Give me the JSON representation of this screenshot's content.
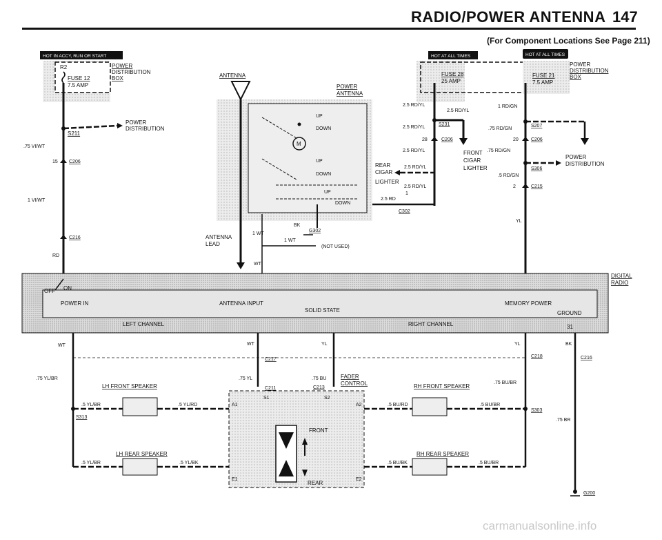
{
  "header": {
    "title": "RADIO/POWER ANTENNA",
    "page": "147",
    "subtitle": "(For Component Locations See Page 211)"
  },
  "badges": {
    "left": "HOT IN ACCY, RUN OR START",
    "mid": "HOT AT ALL TIMES",
    "right": "HOT AT ALL TIMES"
  },
  "fuses": {
    "f12_tag": "R2",
    "f12_name": "FUSE 12",
    "f12_amp": "7.5 AMP",
    "f28_name": "FUSE 28",
    "f28_amp": "25 AMP",
    "f21_name": "FUSE 21",
    "f21_amp": "7.5 AMP",
    "pdb_left_1": "POWER",
    "pdb_left_2": "DISTRIBUTION",
    "pdb_left_3": "BOX",
    "pdb_right_1": "POWER",
    "pdb_right_2": "DISTRIBUTION",
    "pdb_right_3": "BOX"
  },
  "left_wiring": {
    "s211": "S211",
    "pd_1": "POWER",
    "pd_2": "DISTRIBUTION",
    "w075vi": ".75 VI/WT",
    "c206_pin": "15",
    "c206": "C206",
    "w1vi": "1 VI/WT",
    "c216": "C216",
    "rd": "RD"
  },
  "antenna": {
    "label": "ANTENNA",
    "pa_1": "POWER",
    "pa_2": "ANTENNA",
    "up1": "UP",
    "down1": "DOWN",
    "motor": "M",
    "up2": "UP",
    "down2": "DOWN",
    "up3": "UP",
    "down3": "DOWN",
    "bk": "BK",
    "g302": "G302",
    "lead_1": "ANTENNA",
    "lead_2": "LEAD",
    "wt1": "1 WT",
    "wt2": "1 WT",
    "not_used": "(NOT USED)",
    "wt3": "WT"
  },
  "center_wiring": {
    "w25a": "2.5 RD/YL",
    "w25b": "2.5 RD/YL",
    "s231": "S231",
    "w25c": "2.5 RD/YL",
    "c206_pin": "28",
    "c206": "C206",
    "w25d": "2.5 RD/YL",
    "rear_1": "REAR",
    "rear_2": "CIGAR",
    "rear_3": "LIGHTER",
    "w25e": "2.5 RD/YL",
    "w25f": "2.5 RD/YL",
    "w25rd": "2.5 RD",
    "c302_pin": "1",
    "c302": "C302",
    "front_1": "FRONT",
    "front_2": "CIGAR",
    "front_3": "LIGHTER"
  },
  "right_wiring": {
    "w1rd": "1 RD/GN",
    "s207": "S207",
    "w75a": ".75 RD/GN",
    "c206_pin": "20",
    "c206": "C206",
    "w75b": ".75 RD/GN",
    "pd_1": "POWER",
    "pd_2": "DISTRIBUTION",
    "s306": "S306",
    "w5rd": ".5 RD/GN",
    "c215_pin": "2",
    "c215": "C215",
    "yl": "YL"
  },
  "radio": {
    "off": "OFF",
    "on": "ON",
    "power_in": "POWER IN",
    "antenna_input": "ANTENNA INPUT",
    "solid_state": "SOLID STATE",
    "memory_power": "MEMORY POWER",
    "ground": "GROUND",
    "pin31": "31",
    "left_channel": "LEFT CHANNEL",
    "right_channel": "RIGHT CHANNEL",
    "digital_1": "DIGITAL",
    "digital_2": "RADIO"
  },
  "speakers": {
    "wt_left": "WT",
    "wt_mid": "WT",
    "yl_mid": "YL",
    "yl_right": "YL",
    "bk_right": "BK",
    "c217": "C217",
    "c218": "C218",
    "c216": "C216",
    "w75ylbr": ".75 YL/BR",
    "w75yl": ".75 YL",
    "c211": "C211",
    "w75bu": ".75 BU",
    "c213": "C213",
    "fader_1": "FADER",
    "fader_2": "CONTROL",
    "lh_front": "LH FRONT SPEAKER",
    "rh_front": "RH FRONT SPEAKER",
    "w75bubr": ".75 BU/BR",
    "w5ylbr_a": ".5 YL/BR",
    "w5ylrd": ".5 YL/RD",
    "s313": "S313",
    "a1": "A1",
    "s1": "S1",
    "s2": "S2",
    "a2": "A2",
    "w5burd": ".5 BU/RD",
    "w5bubr_a": ".5 BU/BR",
    "s303": "S303",
    "w75br": ".75 BR",
    "front": "FRONT",
    "rear": "REAR",
    "e1": "E1",
    "e2": "E2",
    "lh_rear": "LH REAR SPEAKER",
    "rh_rear": "RH REAR SPEAKER",
    "w5ylbr_b": ".5 YL/BR",
    "w5ylbk": ".5 YL/BK",
    "w5bubk": ".5 BU/BK",
    "w5bubr_b": ".5 BU/BR",
    "g200": "G200"
  },
  "watermark": "carmanualsonline.info"
}
